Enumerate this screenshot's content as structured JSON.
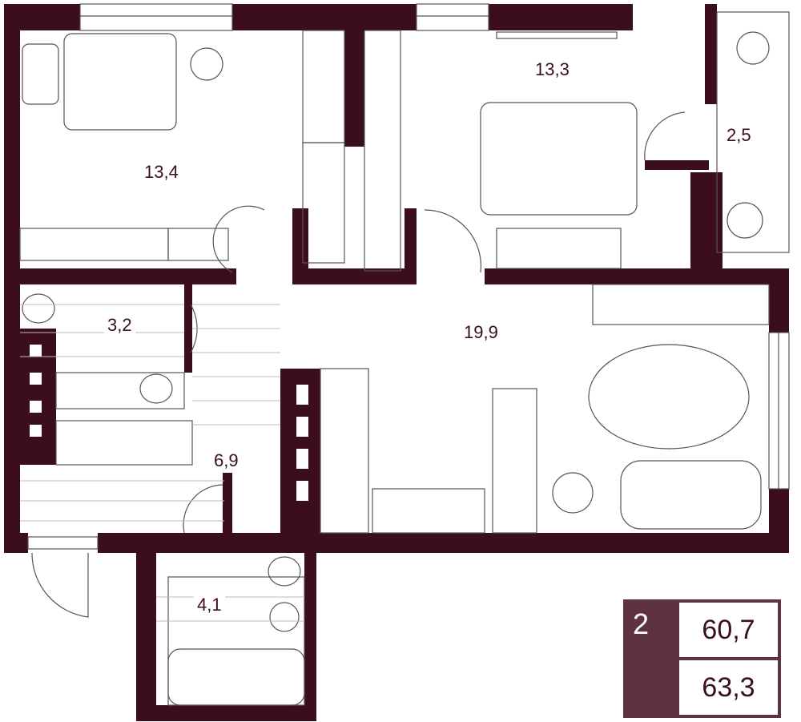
{
  "plan": {
    "rooms": [
      {
        "name": "bedroom-1",
        "area": "13,4"
      },
      {
        "name": "bedroom-2",
        "area": "13,3"
      },
      {
        "name": "balcony",
        "area": "2,5"
      },
      {
        "name": "bathroom-1",
        "area": "3,2"
      },
      {
        "name": "living-kitchen",
        "area": "19,9"
      },
      {
        "name": "hallway",
        "area": "6,9"
      },
      {
        "name": "bathroom-2",
        "area": "4,1"
      }
    ],
    "colors": {
      "wall": "#3c0d1c",
      "accent": "#5e3242",
      "line": "#555555"
    }
  },
  "info": {
    "rooms_count": "2",
    "living_area": "60,7",
    "total_area": "63,3"
  }
}
